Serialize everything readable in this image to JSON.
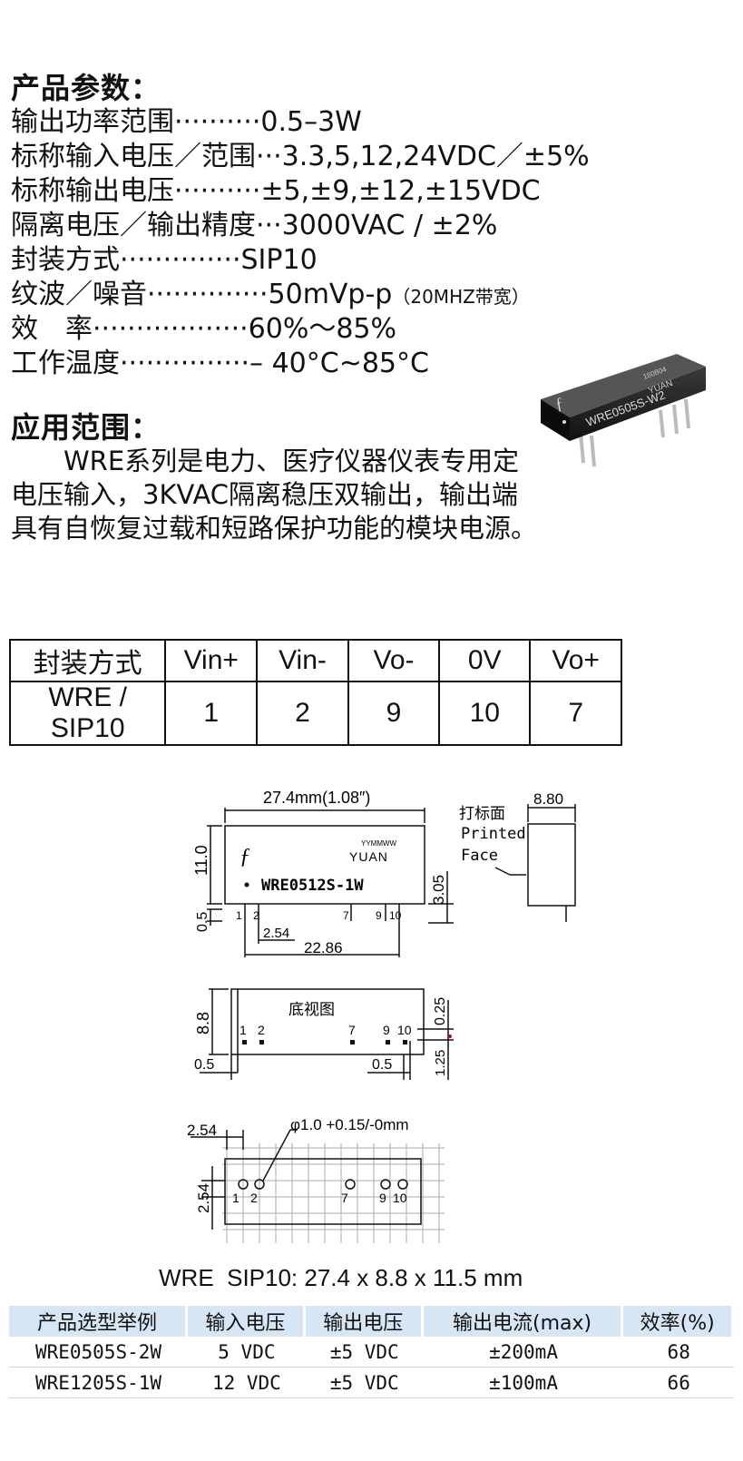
{
  "params": {
    "heading": "产品参数：",
    "items": [
      {
        "label": "输出功率范围",
        "dots": "··········",
        "value": "0.5–3W"
      },
      {
        "label": "标称输入电压／范围",
        "dots": "···",
        "value": "3.3,5,12,24VDC／±5%"
      },
      {
        "label": "标称输出电压",
        "dots": "··········",
        "value": "±5,±9,±12,±15VDC"
      },
      {
        "label": "隔离电压／输出精度",
        "dots": "···",
        "value": "3000VAC / ±2%"
      },
      {
        "label": "封装方式",
        "dots": "··············",
        "value": "SIP10"
      },
      {
        "label": "纹波／噪音",
        "dots": "··············",
        "value": "50mVp-p",
        "note": "（20MHZ带宽）"
      },
      {
        "label": "效　率",
        "dots": "··················",
        "value": "60%～85%"
      },
      {
        "label": "工作温度",
        "dots": "···············",
        "value": "– 40°C~85°C"
      }
    ]
  },
  "product_image": {
    "label": "WRE0505S-W2",
    "brand": "YUAN",
    "code": "160804",
    "logo": "f-logo"
  },
  "application": {
    "heading": "应用范围：",
    "text": "　　WRE系列是电力、医疗仪器仪表专用定电压输入，3KVAC隔离稳压双输出，输出端具有自恢复过载和短路保护功能的模块电源。"
  },
  "pin_table": {
    "headers": [
      "封装方式",
      "Vin+",
      "Vin-",
      "Vo-",
      "0V",
      "Vo+"
    ],
    "row": [
      "WRE / SIP10",
      "1",
      "2",
      "9",
      "10",
      "7"
    ]
  },
  "drawing": {
    "front": {
      "length": "27.4mm(1.08″)",
      "height": "11.0",
      "pin_len": "0.5",
      "pitch": "2.54",
      "span": "22.86",
      "offset": "3.05",
      "date_code": "YYMMWW",
      "brand": "YUAN",
      "model": "WRE0512S-1W",
      "pins": [
        "1",
        "2",
        "7",
        "9",
        "10"
      ]
    },
    "side": {
      "width": "8.80",
      "face_label_cn": "打标面",
      "face_label_en1": "Printed",
      "face_label_en2": "Face"
    },
    "bottom": {
      "title": "底视图",
      "height": "8.8",
      "offset_left": "0.5",
      "offset_right": "0.5",
      "pin_dia": "0.25",
      "pin_len": "1.25",
      "pins": [
        "1",
        "2",
        "7",
        "9",
        "10"
      ]
    },
    "pcb": {
      "hole_spec": "φ1.0  +0.15/-0mm",
      "pitch_x": "2.54",
      "pitch_y": "2.54",
      "pins": [
        "1",
        "2",
        "7",
        "9",
        "10"
      ]
    },
    "caption": "WRE  SIP10: 27.4 x 8.8 x 11.5 mm"
  },
  "selection_table": {
    "headers": [
      "产品选型举例",
      "输入电压",
      "输出电压",
      "输出电流(max)",
      "效率(%)"
    ],
    "rows": [
      [
        "WRE0505S-2W",
        "5 VDC",
        "±5 VDC",
        "±200mA",
        "68"
      ],
      [
        "WRE1205S-1W",
        "12 VDC",
        "±5 VDC",
        "±100mA",
        "66"
      ]
    ]
  }
}
